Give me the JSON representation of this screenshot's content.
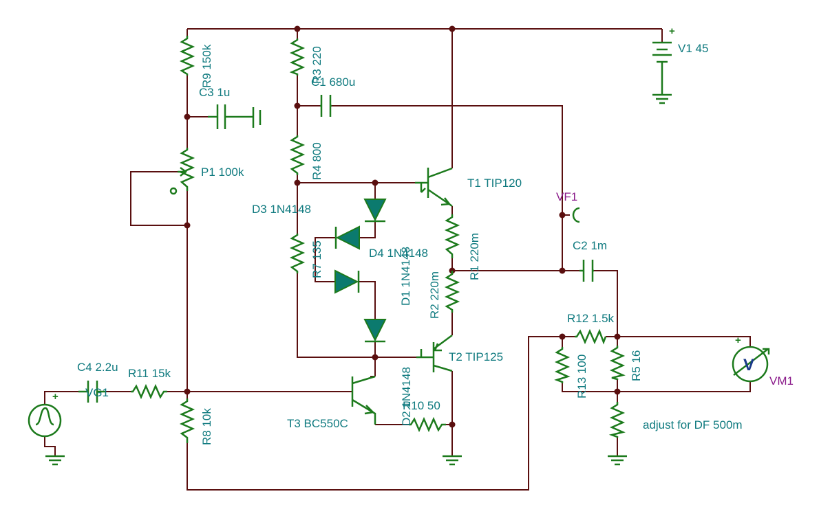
{
  "components": {
    "R9": "R9 150k",
    "C3": "C3 1u",
    "P1": "P1 100k",
    "R3": "R3 220",
    "C1": "C1 680u",
    "R4": "R4 800",
    "R7": "R7 135",
    "D3": "D3 1N4148",
    "D4": "D4 1N4148",
    "D1": "D1 1N4148",
    "D2": "D2 1N4148",
    "T1": "T1 TIP120",
    "T2": "T2 TIP125",
    "T3": "T3 BC550C",
    "R1": "R1 220m",
    "R2": "R2 220m",
    "R10": "R10 50",
    "R12": "R12 1.5k",
    "R13": "R13 100",
    "R5": "R5 16",
    "R8": "R8 10k",
    "R11": "R11 15k",
    "C4": "C4 2.2u",
    "C2": "C2 1m",
    "VG1": "VG1",
    "V1": "V1 45",
    "VF1": "VF1",
    "VM1": "VM1"
  },
  "symbols": {
    "plus": "+",
    "voltmeter": "V"
  },
  "annotation": "adjust for DF 500m",
  "colors": {
    "wire": "#5a0f0f",
    "component": "#1c7a1c",
    "diode_fill": "#0b7a6e",
    "label": "#0f7a7f",
    "probe_label": "#8a1a8a",
    "voltmeter_letter": "#1a3a8a"
  }
}
